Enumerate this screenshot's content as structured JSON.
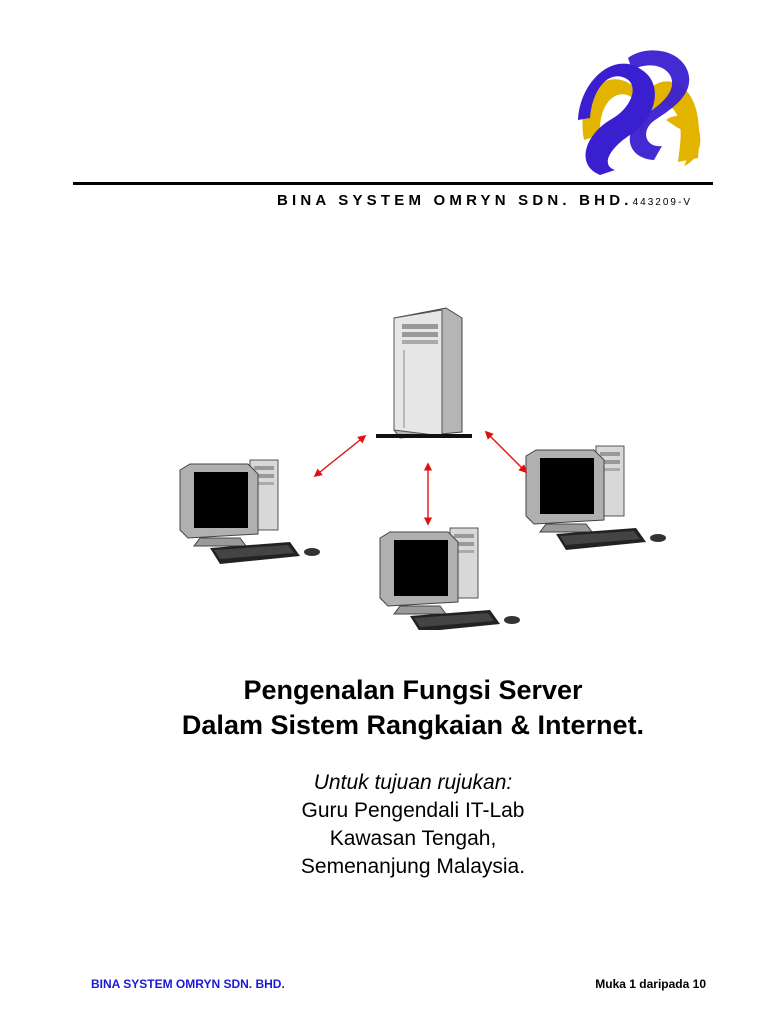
{
  "header": {
    "company_name": "BINA SYSTEM OMRYN SDN. BHD.",
    "registration": "443209-V"
  },
  "colors": {
    "logo_blue": "#3a1fd0",
    "logo_gold": "#e2b400",
    "arrow_red": "#e01010",
    "footer_blue": "#1a1ad6"
  },
  "diagram": {
    "icons": [
      "server-tower-icon",
      "desktop-computer-icon",
      "desktop-computer-icon",
      "desktop-computer-icon"
    ]
  },
  "title": {
    "line1": "Pengenalan Fungsi Server",
    "line2": "Dalam Sistem Rangkaian & Internet."
  },
  "subtitle": {
    "purpose": "Untuk tujuan rujukan:",
    "line1": "Guru Pengendali IT-Lab",
    "line2": "Kawasan Tengah,",
    "line3": "Semenanjung Malaysia."
  },
  "footer": {
    "company": "BINA SYSTEM OMRYN SDN. BHD.",
    "page": "Muka 1 daripada 10"
  }
}
